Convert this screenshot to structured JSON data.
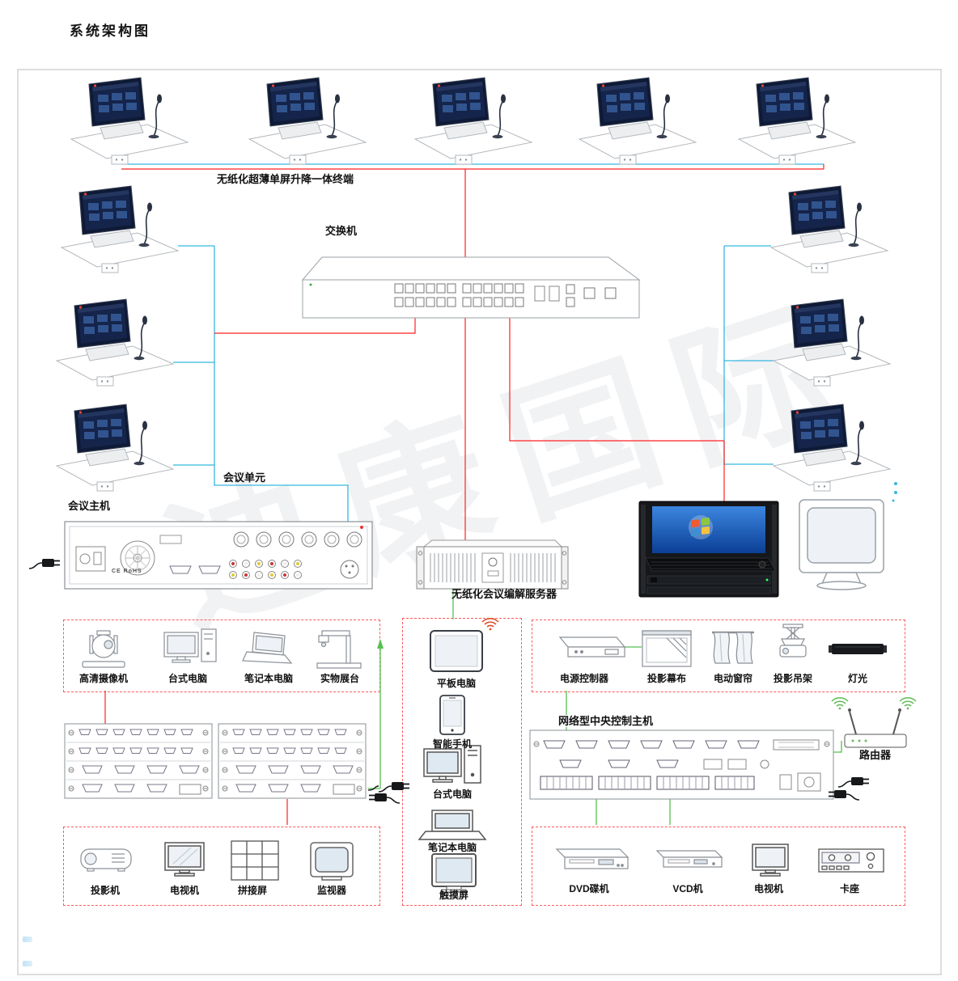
{
  "title": "系统架构图",
  "watermark": "迪康国际",
  "labels": {
    "terminal": "无纸化超薄单屏升降一体终端",
    "switch": "交换机",
    "conference_unit": "会议单元",
    "conference_host": "会议主机",
    "server": "无纸化会议编解服务器",
    "central_host": "网络型中央控制主机",
    "router": "路由器",
    "ce_mark": "CE RoHS"
  },
  "groups": {
    "av_inputs": {
      "items": [
        "高清摄像机",
        "台式电脑",
        "笔记本电脑",
        "实物展台"
      ]
    },
    "portable": {
      "items": [
        "平板电脑",
        "智能手机",
        "台式电脑",
        "笔记本电脑",
        "触摸屏"
      ]
    },
    "room_control": {
      "items": [
        "电源控制器",
        "投影幕布",
        "电动窗帘",
        "投影吊架",
        "灯光"
      ]
    },
    "displays": {
      "items": [
        "投影机",
        "电视机",
        "拼接屏",
        "监视器"
      ]
    },
    "players": {
      "items": [
        "DVD碟机",
        "VCD机",
        "电视机",
        "卡座"
      ]
    }
  },
  "colors": {
    "line_blue": "#35b6e0",
    "line_red": "#ff2222",
    "line_green": "#54c14d",
    "dashed_box": "#ff5a5a",
    "terminal_screen": "#0e1a36"
  }
}
